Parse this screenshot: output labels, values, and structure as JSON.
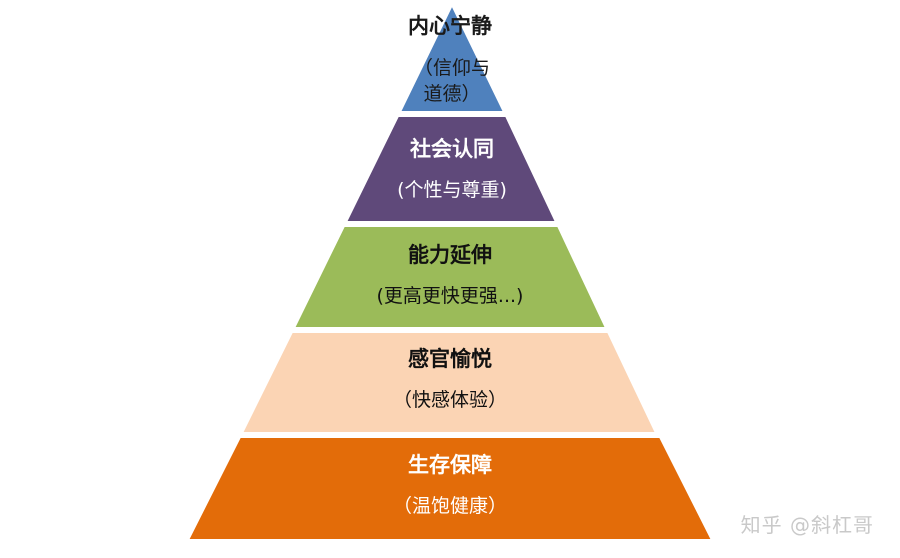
{
  "layers": [
    {
      "title": "内心宁静",
      "subtitle": "（信仰与",
      "subtitle2": "道德）",
      "color": "#4f81bd",
      "text_color": "#1a1a1a"
    },
    {
      "title": "社会认同",
      "subtitle": "(个性与尊重)",
      "color": "#5f497a",
      "text_color": "#ffffff"
    },
    {
      "title": "能力延伸",
      "subtitle": "(更高更快更强...)",
      "color": "#9bbb59",
      "text_color": "#111111"
    },
    {
      "title": "感官愉悦",
      "subtitle": "（快感体验）",
      "color": "#fbd4b4",
      "text_color": "#111111"
    },
    {
      "title": "生存保障",
      "subtitle": "（温饱健康）",
      "color": "#e36c09",
      "text_color": "#ffffff"
    }
  ],
  "watermark": "知乎 @斜杠哥"
}
